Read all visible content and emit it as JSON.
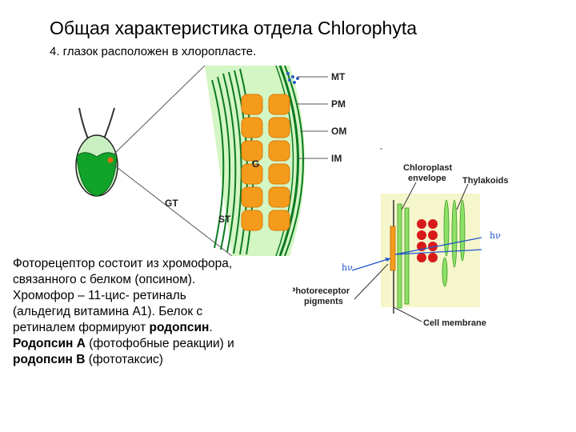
{
  "slide": {
    "title": "Общая характеристика отдела Chlorophyta",
    "subtitle": "4. глазок расположен в хлоропласте."
  },
  "micrograph_labels": {
    "mt": "MT",
    "pm": "PM",
    "om": "OM",
    "im": "IM",
    "g": "G",
    "gt": "GT",
    "st": "ST"
  },
  "eyespot_diagram": {
    "chloroplast_envelope": [
      "Chloroplast",
      "envelope"
    ],
    "thylakoids": "Thylakoids",
    "photoreceptor_pigments": [
      "Photoreceptor",
      "pigments"
    ],
    "cell_membrane": "Cell membrane",
    "light_symbol": "hν"
  },
  "caption": {
    "line1": "Фоторецептор состоит из  хромофора,",
    "line2": "связанного с белком (опсином).",
    "line3": "Хромофор – 11-цис- ретиналь",
    "line4": "(альдегид витамина А1). Белок с",
    "line5_a": "ретиналем формируют ",
    "line5_b": "родопсин",
    "line5_c": ".",
    "line6_a": "Родопсин А",
    "line6_b": " (фотофобные реакции) и",
    "line7_a": "родопсин В",
    "line7_b": " (фототаксис)"
  },
  "colors": {
    "cell_fill": "#d4f5c4",
    "chloroplast_green": "#13a52a",
    "eyespot_orange": "#f59b1c",
    "pigment_red": "#d81a1a",
    "diagram_panel": "#f5f6cc",
    "arrow_blue": "#2255cc"
  }
}
